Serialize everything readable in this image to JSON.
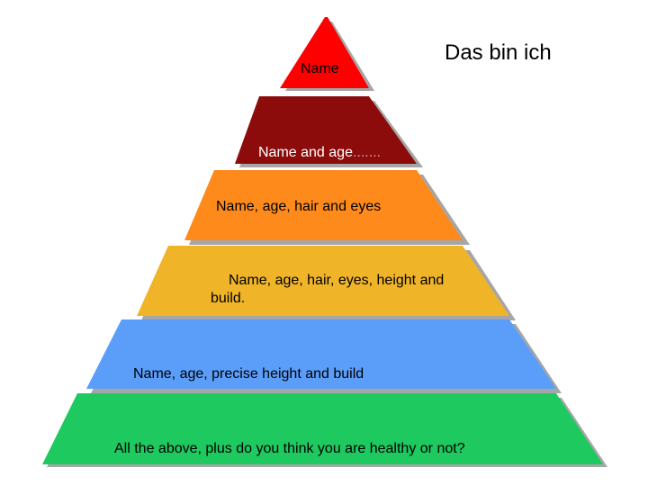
{
  "title": "Das bin ich",
  "colors": {
    "level1": "#ff0000",
    "level2": "#8b0c0b",
    "level3": "#ff8a1c",
    "level4": "#f0b429",
    "level5": "#5b9ef9",
    "level6": "#1ec95f",
    "shadow": "#a6a6a6"
  },
  "levels": [
    {
      "name": "level-1",
      "text": "Name",
      "color": "#ff0000",
      "text_color": "#000000"
    },
    {
      "name": "level-2",
      "text": "Name and age",
      "suffix": ".......",
      "color": "#8b0c0b",
      "text_color": "#ffffff"
    },
    {
      "name": "level-3",
      "text": "Name, age, hair and eyes",
      "color": "#ff8a1c",
      "text_color": "#000000"
    },
    {
      "name": "level-4",
      "text_line1": "Name, age, hair, eyes, height and",
      "text_line2": "build.",
      "color": "#f0b429",
      "text_color": "#000000"
    },
    {
      "name": "level-5",
      "text": "Name, age, precise height and build",
      "color": "#5b9ef9",
      "text_color": "#000000"
    },
    {
      "name": "level-6",
      "text": "All the above, plus do you think you are healthy or not?",
      "color": "#1ec95f",
      "text_color": "#000000"
    }
  ]
}
